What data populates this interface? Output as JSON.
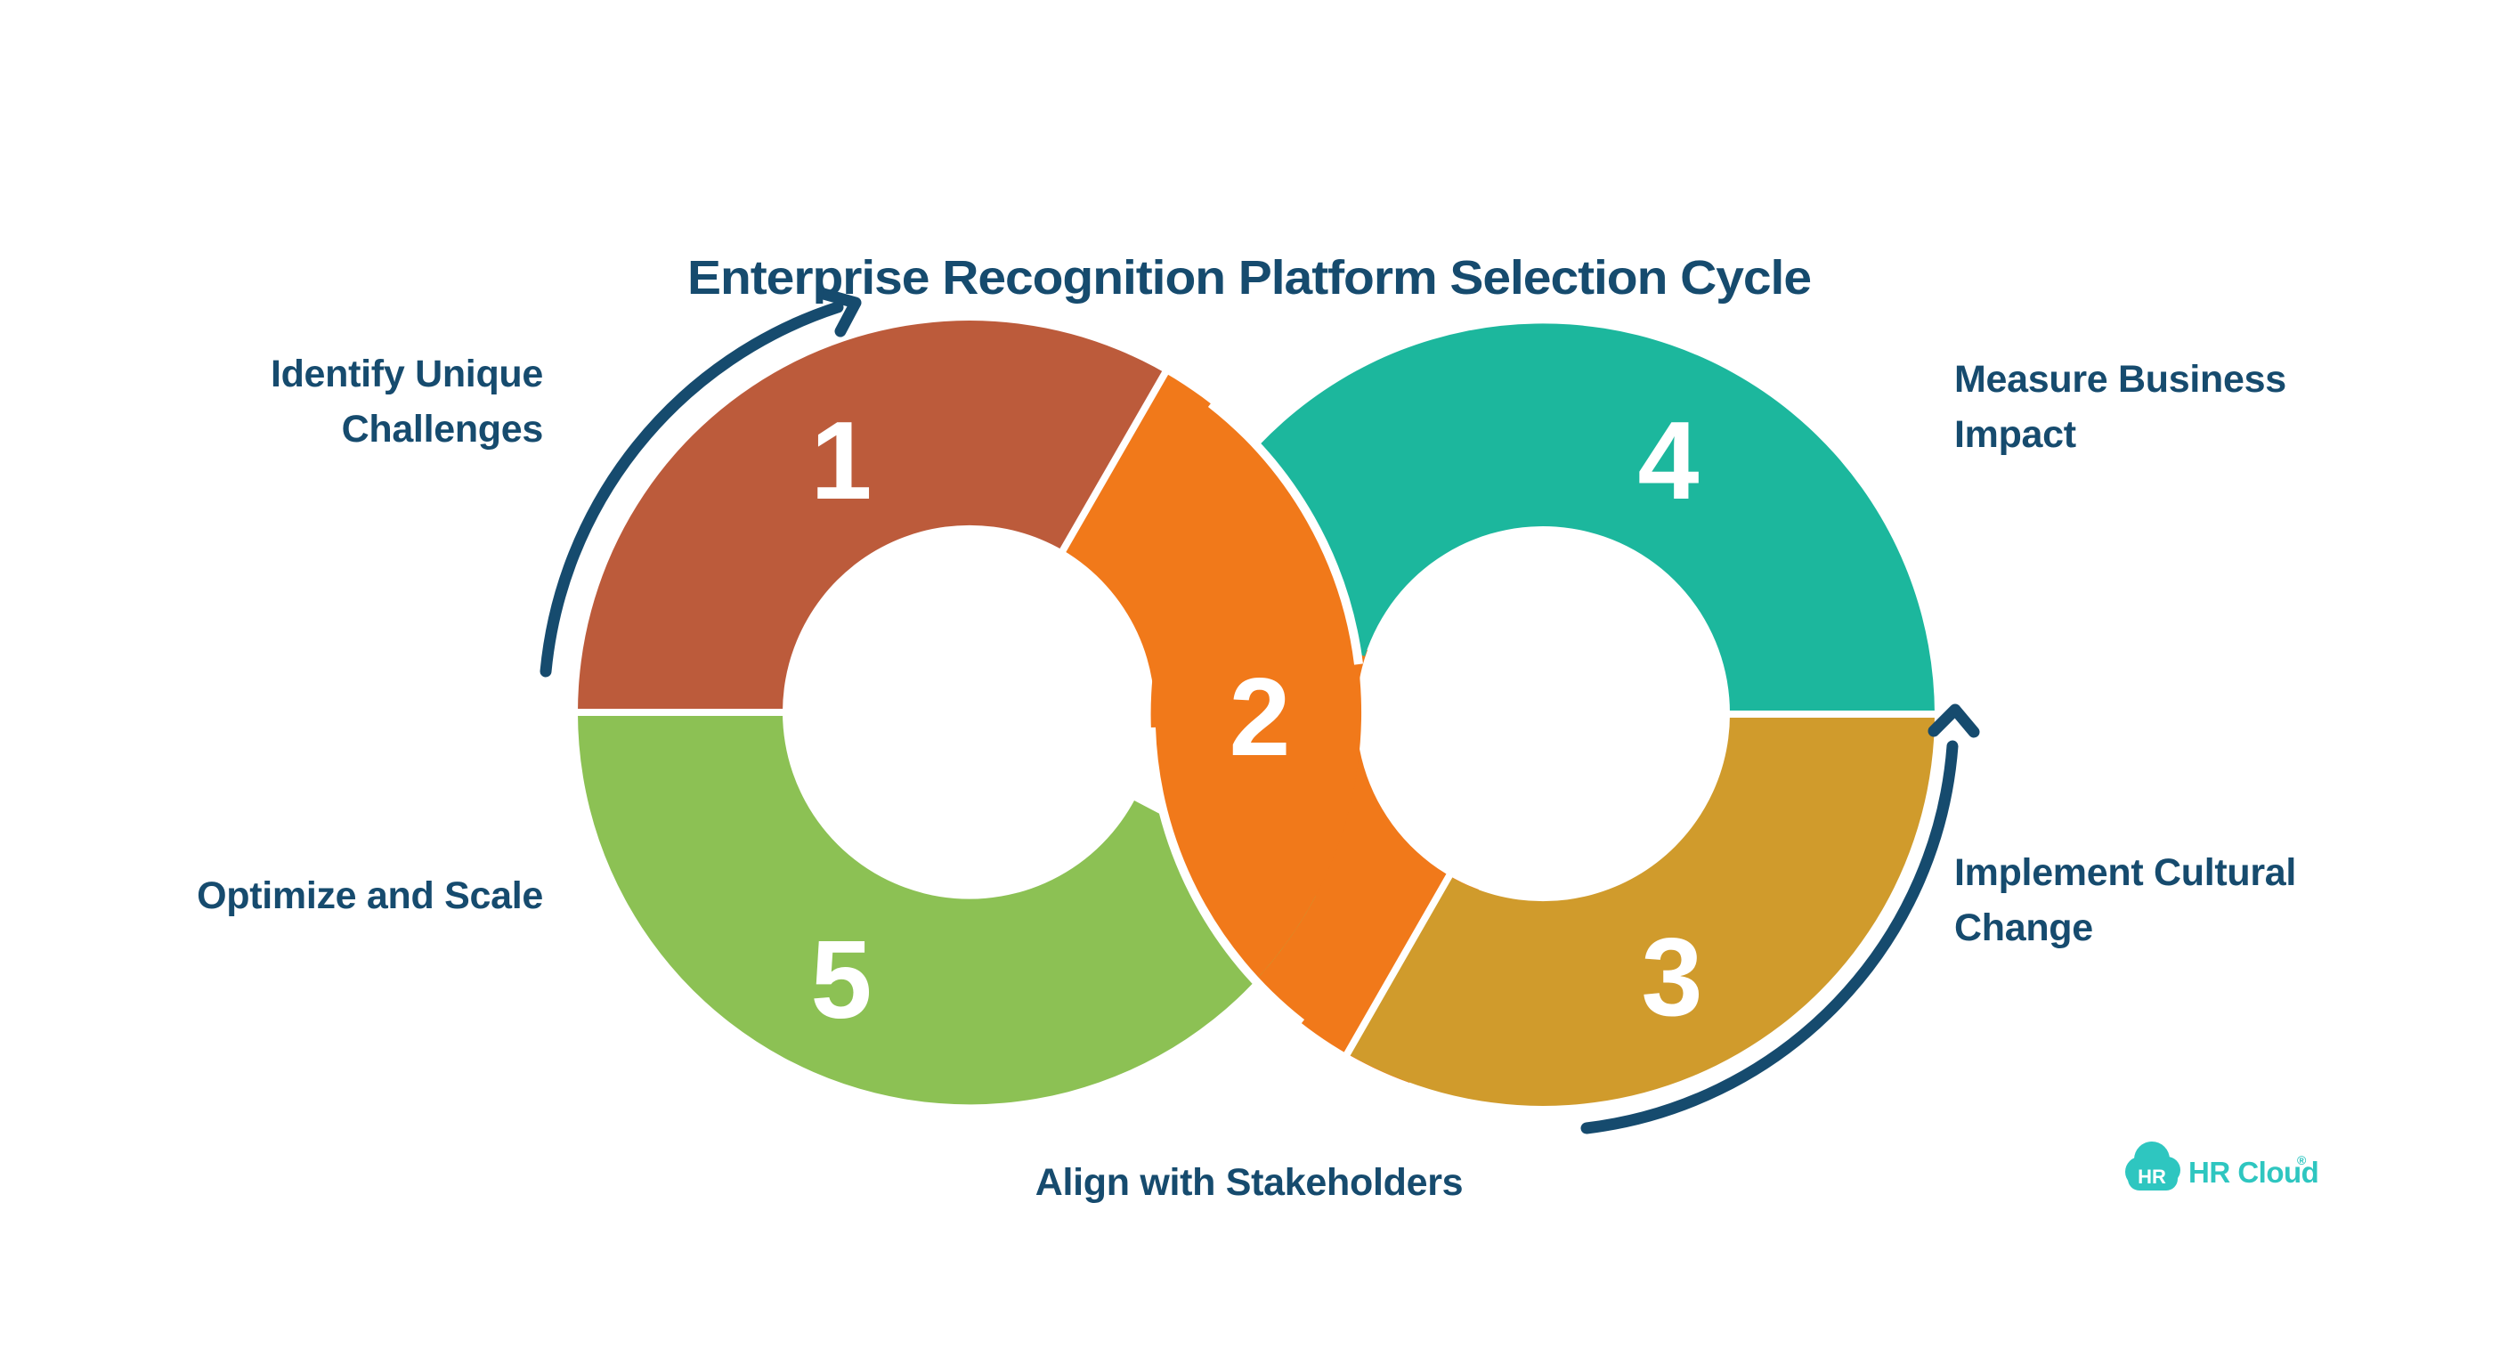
{
  "title": "Enterprise Recognition Platform Selection Cycle",
  "colors": {
    "navy": "#164B6E",
    "white": "#FFFFFF",
    "terracotta": "#BC5B3B",
    "orange": "#F1791A",
    "teal": "#1CB79D",
    "gold": "#D09B2C",
    "green": "#8CC154",
    "logo_teal": "#2EC6C0"
  },
  "steps": [
    {
      "number": "1",
      "label": "Identify Unique Challenges",
      "lines": [
        "Identify Unique",
        "Challenges"
      ],
      "color": "#BC5B3B"
    },
    {
      "number": "2",
      "label": "Align with Stakeholders",
      "lines": [
        "Align with Stakeholders"
      ],
      "color": "#F1791A"
    },
    {
      "number": "3",
      "label": "Implement Cultural Change",
      "lines": [
        "Implement Cultural",
        "Change"
      ],
      "color": "#D09B2C"
    },
    {
      "number": "4",
      "label": "Measure Business Impact",
      "lines": [
        "Measure Business",
        "Impact"
      ],
      "color": "#1CB79D"
    },
    {
      "number": "5",
      "label": "Optimize and Scale",
      "lines": [
        "Optimize and Scale"
      ],
      "color": "#8CC154"
    }
  ],
  "brand": {
    "mark": "HR",
    "name": "HR Cloud",
    "registered": "®"
  }
}
